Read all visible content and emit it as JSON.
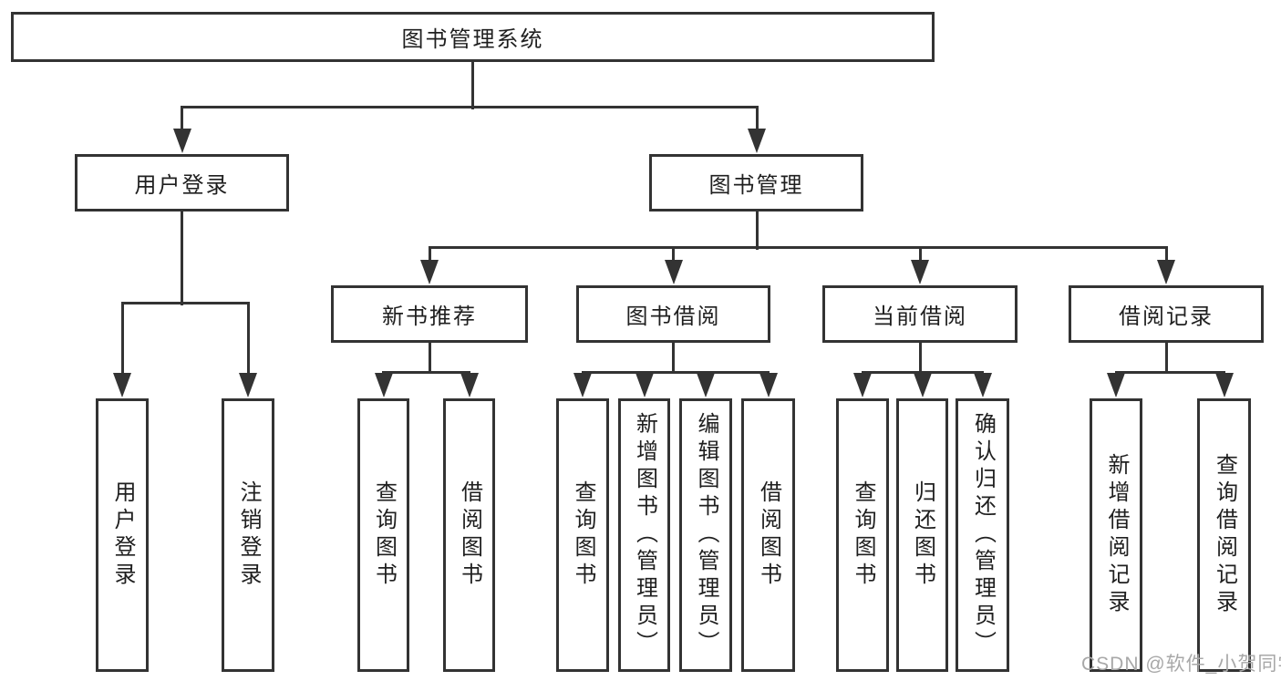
{
  "tree": {
    "root": {
      "label": "图书管理系统"
    },
    "branches": [
      {
        "label": "用户登录",
        "children": [
          "用户登录",
          "注销登录"
        ]
      },
      {
        "label": "图书管理",
        "children": [
          {
            "label": "新书推荐",
            "children": [
              "查询图书",
              "借阅图书"
            ]
          },
          {
            "label": "图书借阅",
            "children": [
              "查询图书",
              "新增图书（管理员）",
              "编辑图书（管理员）",
              "借阅图书"
            ]
          },
          {
            "label": "当前借阅",
            "children": [
              "查询图书",
              "归还图书",
              "确认归还（管理员）"
            ]
          },
          {
            "label": "借阅记录",
            "children": [
              "新增借阅记录",
              "查询借阅记录"
            ]
          }
        ]
      }
    ]
  },
  "watermark": "CSDN @软件_小贺同学",
  "colors": {
    "line": "#333333",
    "box_border": "#333333",
    "box_background": "#ffffff",
    "text": "#1f1f1f",
    "watermark": "#a8a8a8",
    "page_background": "#ffffff"
  }
}
